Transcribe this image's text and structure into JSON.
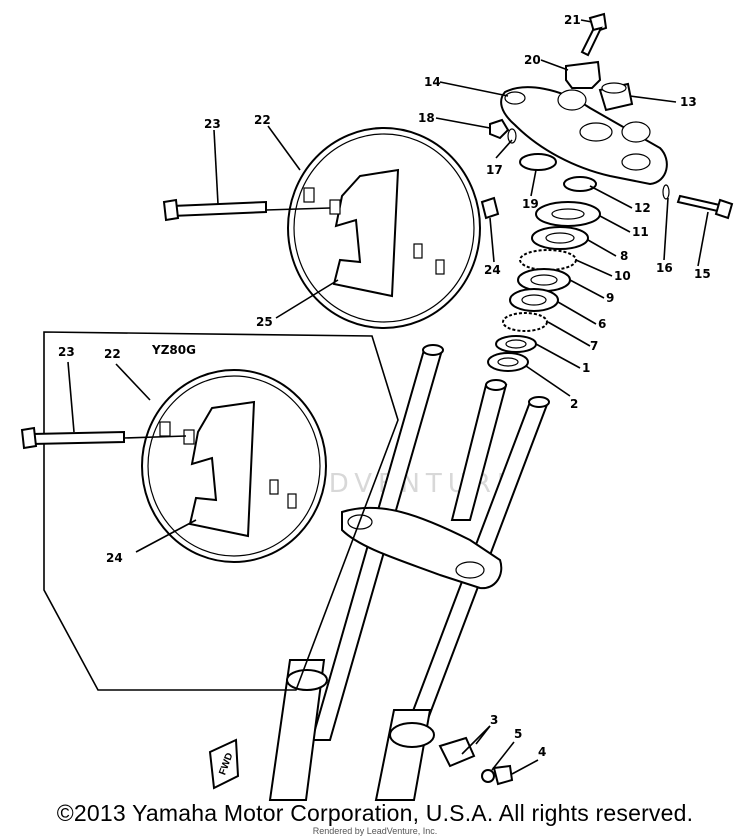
{
  "callouts": {
    "c1": "1",
    "c2": "2",
    "c3": "3",
    "c4": "4",
    "c5": "5",
    "c6": "6",
    "c7": "7",
    "c8": "8",
    "c9": "9",
    "c10": "10",
    "c11": "11",
    "c12": "12",
    "c13": "13",
    "c14": "14",
    "c15": "15",
    "c16": "16",
    "c17": "17",
    "c18": "18",
    "c19": "19",
    "c20": "20",
    "c21": "21",
    "c22a": "22",
    "c23a": "23",
    "c24a": "24",
    "c25": "25",
    "c22b": "22",
    "c23b": "23",
    "c24b": "24"
  },
  "inset_label": "YZ80G",
  "plate_number": "1",
  "fwd_label": "FWD",
  "watermark": "LEADVENTURE",
  "copyright": "©2013 Yamaha Motor Corporation, U.S.A. All rights reserved.",
  "rendered_by": "Rendered by LeadVenture, Inc."
}
